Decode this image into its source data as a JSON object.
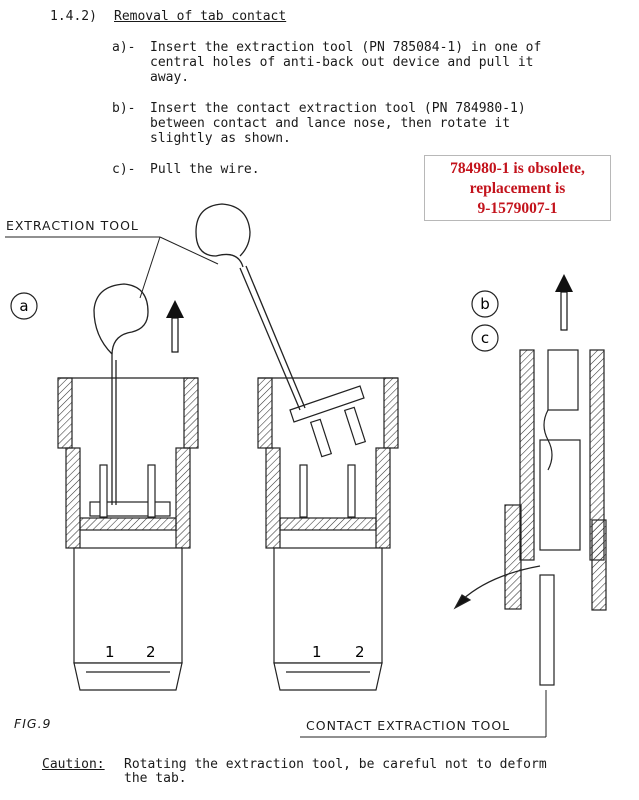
{
  "section": {
    "number": "1.4.2)",
    "title": "Removal of tab contact"
  },
  "steps": [
    {
      "letter": "a)-",
      "lines": [
        "Insert the extraction tool (PN 785084-1) in one of",
        "central holes of anti-back out  device and pull it",
        "away."
      ]
    },
    {
      "letter": "b)-",
      "lines": [
        "Insert the contact extraction tool   (PN 784980-1)",
        "between  contact and  lance nose,  then rotate it",
        "slightly as shown."
      ]
    },
    {
      "letter": "c)-",
      "lines": [
        "Pull the wire."
      ]
    }
  ],
  "notice": {
    "lines": [
      "784980-1 is obsolete,",
      "replacement is",
      "9-1579007-1"
    ],
    "color": "#c3131c"
  },
  "figure": {
    "extraction_tool_label": "EXTRACTION TOOL",
    "contact_tool_label": "CONTACT EXTRACTION TOOL",
    "view_a": "a",
    "view_b": "b",
    "view_c": "c",
    "pin_labels_left": [
      "1",
      "2"
    ],
    "pin_labels_mid": [
      "1",
      "2"
    ],
    "caption": "FIG.9"
  },
  "caution": {
    "label": "Caution:",
    "text": "Rotating the extraction tool, be careful not to deform",
    "text_2": "the tab."
  }
}
